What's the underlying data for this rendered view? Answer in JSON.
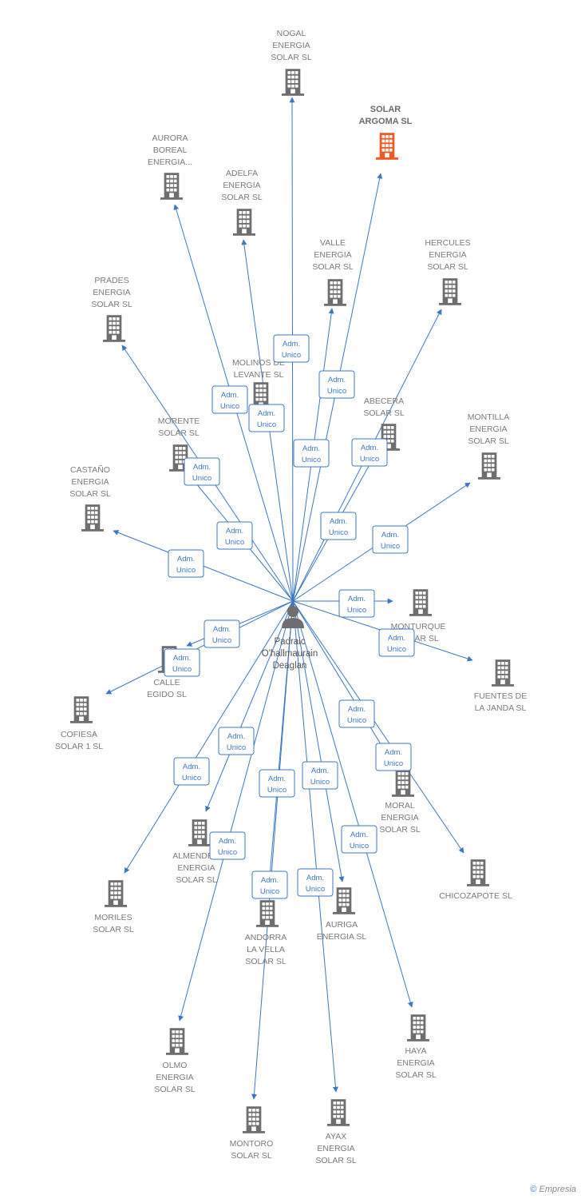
{
  "colors": {
    "edge": "#3a78c4",
    "node": "#6e6e6e",
    "highlight": "#f05a28",
    "person": "#6e6e6e",
    "label_text": "#7a7a7a"
  },
  "center": {
    "name_lines": [
      "Padraic",
      "O'hallmaurain",
      "Deaglan"
    ],
    "icon": "person-icon"
  },
  "relation_label": [
    "Adm.",
    "Unico"
  ],
  "nodes": [
    {
      "id": "nogal",
      "name_lines": [
        "NOGAL",
        "ENERGIA",
        "SOLAR SL"
      ],
      "icon": "building-icon"
    },
    {
      "id": "solar-argoma",
      "name_lines": [
        "SOLAR",
        "ARGOMA SL"
      ],
      "icon": "building-icon",
      "highlight": true
    },
    {
      "id": "aurora",
      "name_lines": [
        "AURORA",
        "BOREAL",
        "ENERGIA..."
      ],
      "icon": "building-icon"
    },
    {
      "id": "adelfa",
      "name_lines": [
        "ADELFA",
        "ENERGIA",
        "SOLAR SL"
      ],
      "icon": "building-icon"
    },
    {
      "id": "valle",
      "name_lines": [
        "VALLE",
        "ENERGIA",
        "SOLAR SL"
      ],
      "icon": "building-icon"
    },
    {
      "id": "hercules",
      "name_lines": [
        "HERCULES",
        "ENERGIA",
        "SOLAR SL"
      ],
      "icon": "building-icon"
    },
    {
      "id": "prades",
      "name_lines": [
        "PRADES",
        "ENERGIA",
        "SOLAR SL"
      ],
      "icon": "building-icon"
    },
    {
      "id": "molinos",
      "name_lines": [
        "MOLINOS DE",
        "LEVANTE SL"
      ],
      "icon": "building-icon"
    },
    {
      "id": "abecera",
      "name_lines": [
        "ABECERA",
        "SOLAR SL"
      ],
      "icon": "building-icon"
    },
    {
      "id": "montilla",
      "name_lines": [
        "MONTILLA",
        "ENERGIA",
        "SOLAR SL"
      ],
      "icon": "building-icon"
    },
    {
      "id": "morente",
      "name_lines": [
        "MORENTE",
        "SOLAR SL"
      ],
      "icon": "building-icon"
    },
    {
      "id": "castano",
      "name_lines": [
        "CASTAÑO",
        "ENERGIA",
        "SOLAR SL"
      ],
      "icon": "building-icon"
    },
    {
      "id": "monturque",
      "name_lines": [
        "MONTURQUE",
        "SOLAR SL"
      ],
      "icon": "building-icon"
    },
    {
      "id": "fuentes",
      "name_lines": [
        "FUENTES DE",
        "LA JANDA SL"
      ],
      "icon": "building-icon"
    },
    {
      "id": "calle-egido",
      "name_lines": [
        "CALLE",
        "EGIDO SL"
      ],
      "icon": "building-icon"
    },
    {
      "id": "cofiesa",
      "name_lines": [
        "COFIESA",
        "SOLAR 1 SL"
      ],
      "icon": "building-icon"
    },
    {
      "id": "moral",
      "name_lines": [
        "MORAL",
        "ENERGIA",
        "SOLAR SL"
      ],
      "icon": "building-icon"
    },
    {
      "id": "chicozapote",
      "name_lines": [
        "CHICOZAPOTE SL"
      ],
      "icon": "building-icon"
    },
    {
      "id": "almendro",
      "name_lines": [
        "ALMENDRO",
        "ENERGIA",
        "SOLAR SL"
      ],
      "icon": "building-icon"
    },
    {
      "id": "moriles",
      "name_lines": [
        "MORILES",
        "SOLAR SL"
      ],
      "icon": "building-icon"
    },
    {
      "id": "andorra",
      "name_lines": [
        "ANDORRA",
        "LA VELLA",
        "SOLAR SL"
      ],
      "icon": "building-icon"
    },
    {
      "id": "auriga",
      "name_lines": [
        "AURIGA",
        "ENERGIA SL"
      ],
      "icon": "building-icon"
    },
    {
      "id": "haya",
      "name_lines": [
        "HAYA",
        "ENERGIA",
        "SOLAR SL"
      ],
      "icon": "building-icon"
    },
    {
      "id": "olmo",
      "name_lines": [
        "OLMO",
        "ENERGIA",
        "SOLAR SL"
      ],
      "icon": "building-icon"
    },
    {
      "id": "montoro",
      "name_lines": [
        "MONTORO",
        "SOLAR SL"
      ],
      "icon": "building-icon"
    },
    {
      "id": "ayax",
      "name_lines": [
        "AYAX",
        "ENERGIA",
        "SOLAR SL"
      ],
      "icon": "building-icon"
    }
  ],
  "copyright": {
    "symbol": "©",
    "brand": "Empresia"
  }
}
